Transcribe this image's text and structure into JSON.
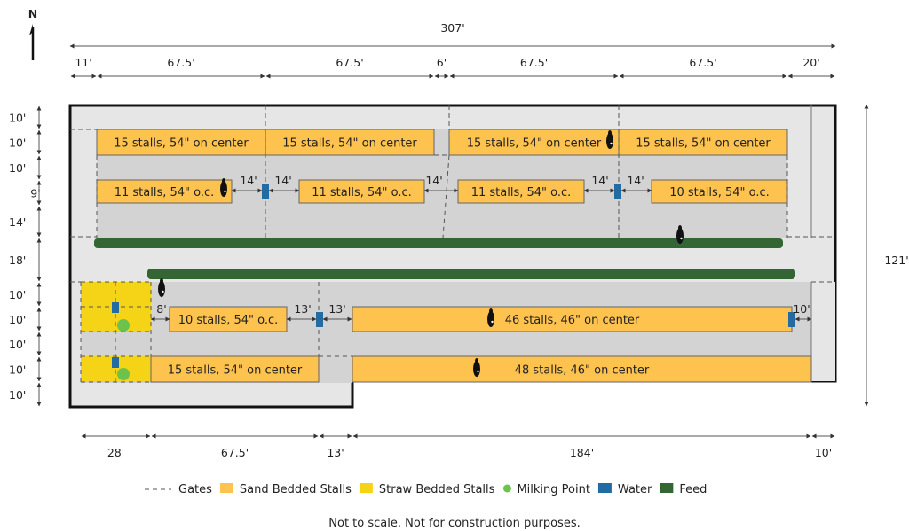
{
  "colors": {
    "sand": "#FEC34F",
    "straw": "#F5D316",
    "milking": "#6CC24A",
    "water": "#236BA3",
    "feed": "#336633",
    "alley": "#D3D3D3",
    "yard": "#E6E6E6",
    "wall": "#111111"
  },
  "compass": {
    "label": "N"
  },
  "dimensions": {
    "total_width": "307'",
    "total_depth": "121'",
    "top_segments": [
      "11'",
      "67.5'",
      "67.5'",
      "6'",
      "67.5'",
      "67.5'",
      "20'"
    ],
    "bottom_segments": [
      "28'",
      "67.5'",
      "13'",
      "184'",
      "10'"
    ],
    "left_segments": [
      "10'",
      "10'",
      "10'",
      "9'",
      "14'",
      "18'",
      "10'",
      "10'",
      "10'",
      "10'",
      "10'"
    ],
    "inner": {
      "north_row2_gaps": [
        "14'",
        "14'",
        "14'",
        "14'",
        "14'"
      ],
      "south_8ft": "8'",
      "south_13ft_a": "13'",
      "south_13ft_b": "13'",
      "south_10ft": "10'"
    }
  },
  "stalls": {
    "north_row1": [
      "15 stalls, 54\" on center",
      "15 stalls, 54\" on center",
      "15 stalls, 54\" on center",
      "15 stalls, 54\" on center"
    ],
    "north_row2": [
      "11 stalls, 54\" o.c.",
      "11 stalls, 54\" o.c.",
      "11 stalls, 54\" o.c.",
      "10 stalls, 54\" o.c."
    ],
    "south_row1": [
      "10 stalls, 54\" o.c.",
      "46 stalls, 46\" on center"
    ],
    "south_row2": [
      "15 stalls, 54\" on center",
      "48 stalls, 46\" on center"
    ]
  },
  "legend": [
    {
      "key": "gates",
      "label": "Gates",
      "icon": "dashed-line"
    },
    {
      "key": "sand",
      "label": "Sand Bedded Stalls",
      "icon": "square"
    },
    {
      "key": "straw",
      "label": "Straw Bedded Stalls",
      "icon": "square"
    },
    {
      "key": "milking",
      "label": "Milking Point",
      "icon": "dot"
    },
    {
      "key": "water",
      "label": "Water",
      "icon": "square"
    },
    {
      "key": "feed",
      "label": "Feed",
      "icon": "square"
    }
  ],
  "footer_note": "Not to scale. Not for construction purposes."
}
